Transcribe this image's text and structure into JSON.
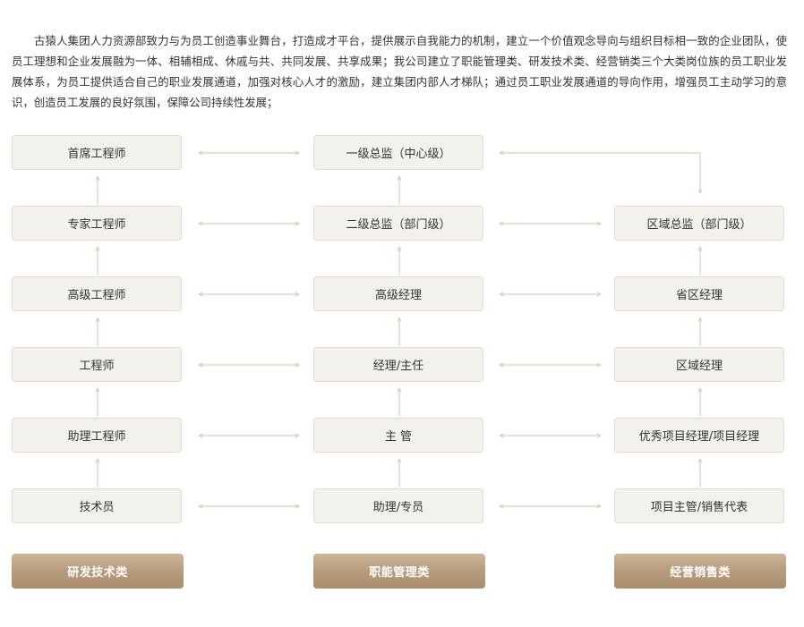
{
  "intro_text": "古猿人集团人力资源部致力与为员工创造事业舞台，打造成才平台，提供展示自我能力的机制，建立一个价值观念导向与组织目标相一致的企业团队，使员工理想和企业发展融为一体、相辅相成、休戚与共、共同发展、共享成果；我公司建立了职能管理类、研发技术类、经营销类三个大类岗位族的员工职业发展体系，为员工提供适合自己的职业发展通道，加强对核心人才的激励，建立集团内部人才梯队；通过员工职业发展通道的导向作用，增强员工主动学习的意识，创造员工发展的良好氛围，保障公司持续性发展；",
  "tracks": {
    "rd": {
      "category": "研发技术类",
      "levels": [
        "首席工程师",
        "专家工程师",
        "高级工程师",
        "工程师",
        "助理工程师",
        "技术员"
      ]
    },
    "mgmt": {
      "category": "职能管理类",
      "levels": [
        "一级总监（中心级）",
        "二级总监（部门级）",
        "高级经理",
        "经理/主任",
        "主 管",
        "助理/专员"
      ]
    },
    "sales": {
      "category": "经营销售类",
      "levels": [
        "区域总监（部门级）",
        "省区经理",
        "区域经理",
        "优秀项目经理/项目经理",
        "项目主管/销售代表"
      ]
    }
  },
  "colors": {
    "node_bg": "#f4f1ec",
    "node_border": "#e1dbd2",
    "arrow": "#d9c4b2",
    "category_gradient_top": "#cdb699",
    "category_gradient_bottom": "#a98e6e",
    "category_text": "#ffffff"
  }
}
